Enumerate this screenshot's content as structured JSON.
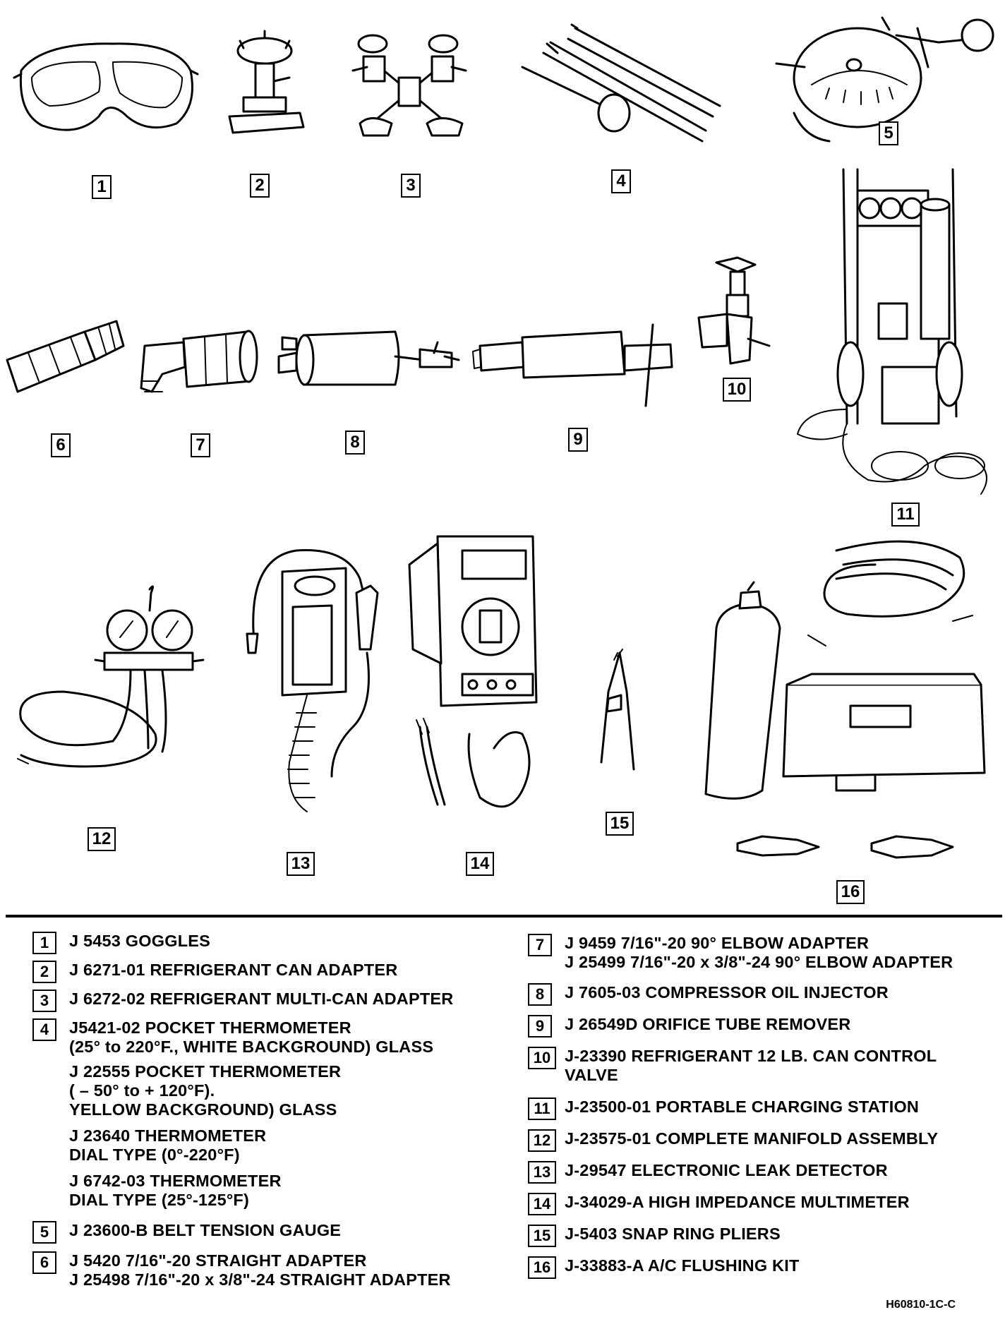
{
  "callouts": [
    "1",
    "2",
    "3",
    "4",
    "5",
    "6",
    "7",
    "8",
    "9",
    "10",
    "11",
    "12",
    "13",
    "14",
    "15",
    "16"
  ],
  "legend_left": [
    {
      "num": "1",
      "lines": [
        "J 5453 GOGGLES"
      ]
    },
    {
      "num": "2",
      "lines": [
        "J 6271-01 REFRIGERANT CAN ADAPTER"
      ]
    },
    {
      "num": "3",
      "lines": [
        "J 6272-02 REFRIGERANT MULTI-CAN ADAPTER"
      ]
    },
    {
      "num": "4",
      "lines": [
        "J5421-02 POCKET THERMOMETER",
        "(25° to 220°F., WHITE BACKGROUND) GLASS"
      ]
    },
    {
      "num": "",
      "lines": [
        "J 22555 POCKET THERMOMETER",
        "( – 50° to  + 120°F).",
        "YELLOW BACKGROUND) GLASS"
      ]
    },
    {
      "num": "",
      "lines": [
        "J 23640 THERMOMETER",
        "DIAL TYPE (0°-220°F)"
      ]
    },
    {
      "num": "",
      "lines": [
        "J 6742-03 THERMOMETER",
        "DIAL TYPE (25°-125°F)"
      ]
    },
    {
      "num": "5",
      "lines": [
        "J 23600-B BELT TENSION GAUGE"
      ]
    },
    {
      "num": "6",
      "lines": [
        "J 5420 7/16\"-20 STRAIGHT ADAPTER",
        "J 25498 7/16\"-20 x 3/8\"-24 STRAIGHT ADAPTER"
      ]
    }
  ],
  "legend_right": [
    {
      "num": "7",
      "lines": [
        "J 9459 7/16\"-20 90° ELBOW ADAPTER",
        "J 25499 7/16\"-20 x 3/8\"-24 90° ELBOW ADAPTER"
      ]
    },
    {
      "num": "8",
      "lines": [
        "J 7605-03 COMPRESSOR OIL INJECTOR"
      ]
    },
    {
      "num": "9",
      "lines": [
        "J 26549D ORIFICE TUBE REMOVER"
      ]
    },
    {
      "num": "10",
      "lines": [
        "J-23390 REFRIGERANT 12 LB. CAN CONTROL",
        "VALVE"
      ]
    },
    {
      "num": "11",
      "lines": [
        "J-23500-01 PORTABLE CHARGING STATION"
      ]
    },
    {
      "num": "12",
      "lines": [
        "J-23575-01 COMPLETE MANIFOLD ASSEMBLY"
      ]
    },
    {
      "num": "13",
      "lines": [
        "J-29547 ELECTRONIC LEAK DETECTOR"
      ]
    },
    {
      "num": "14",
      "lines": [
        "J-34029-A HIGH IMPEDANCE MULTIMETER"
      ]
    },
    {
      "num": "15",
      "lines": [
        "J-5403 SNAP RING PLIERS"
      ]
    },
    {
      "num": "16",
      "lines": [
        "J-33883-A A/C FLUSHING KIT"
      ]
    }
  ],
  "figure_code": "H60810-1C-C"
}
